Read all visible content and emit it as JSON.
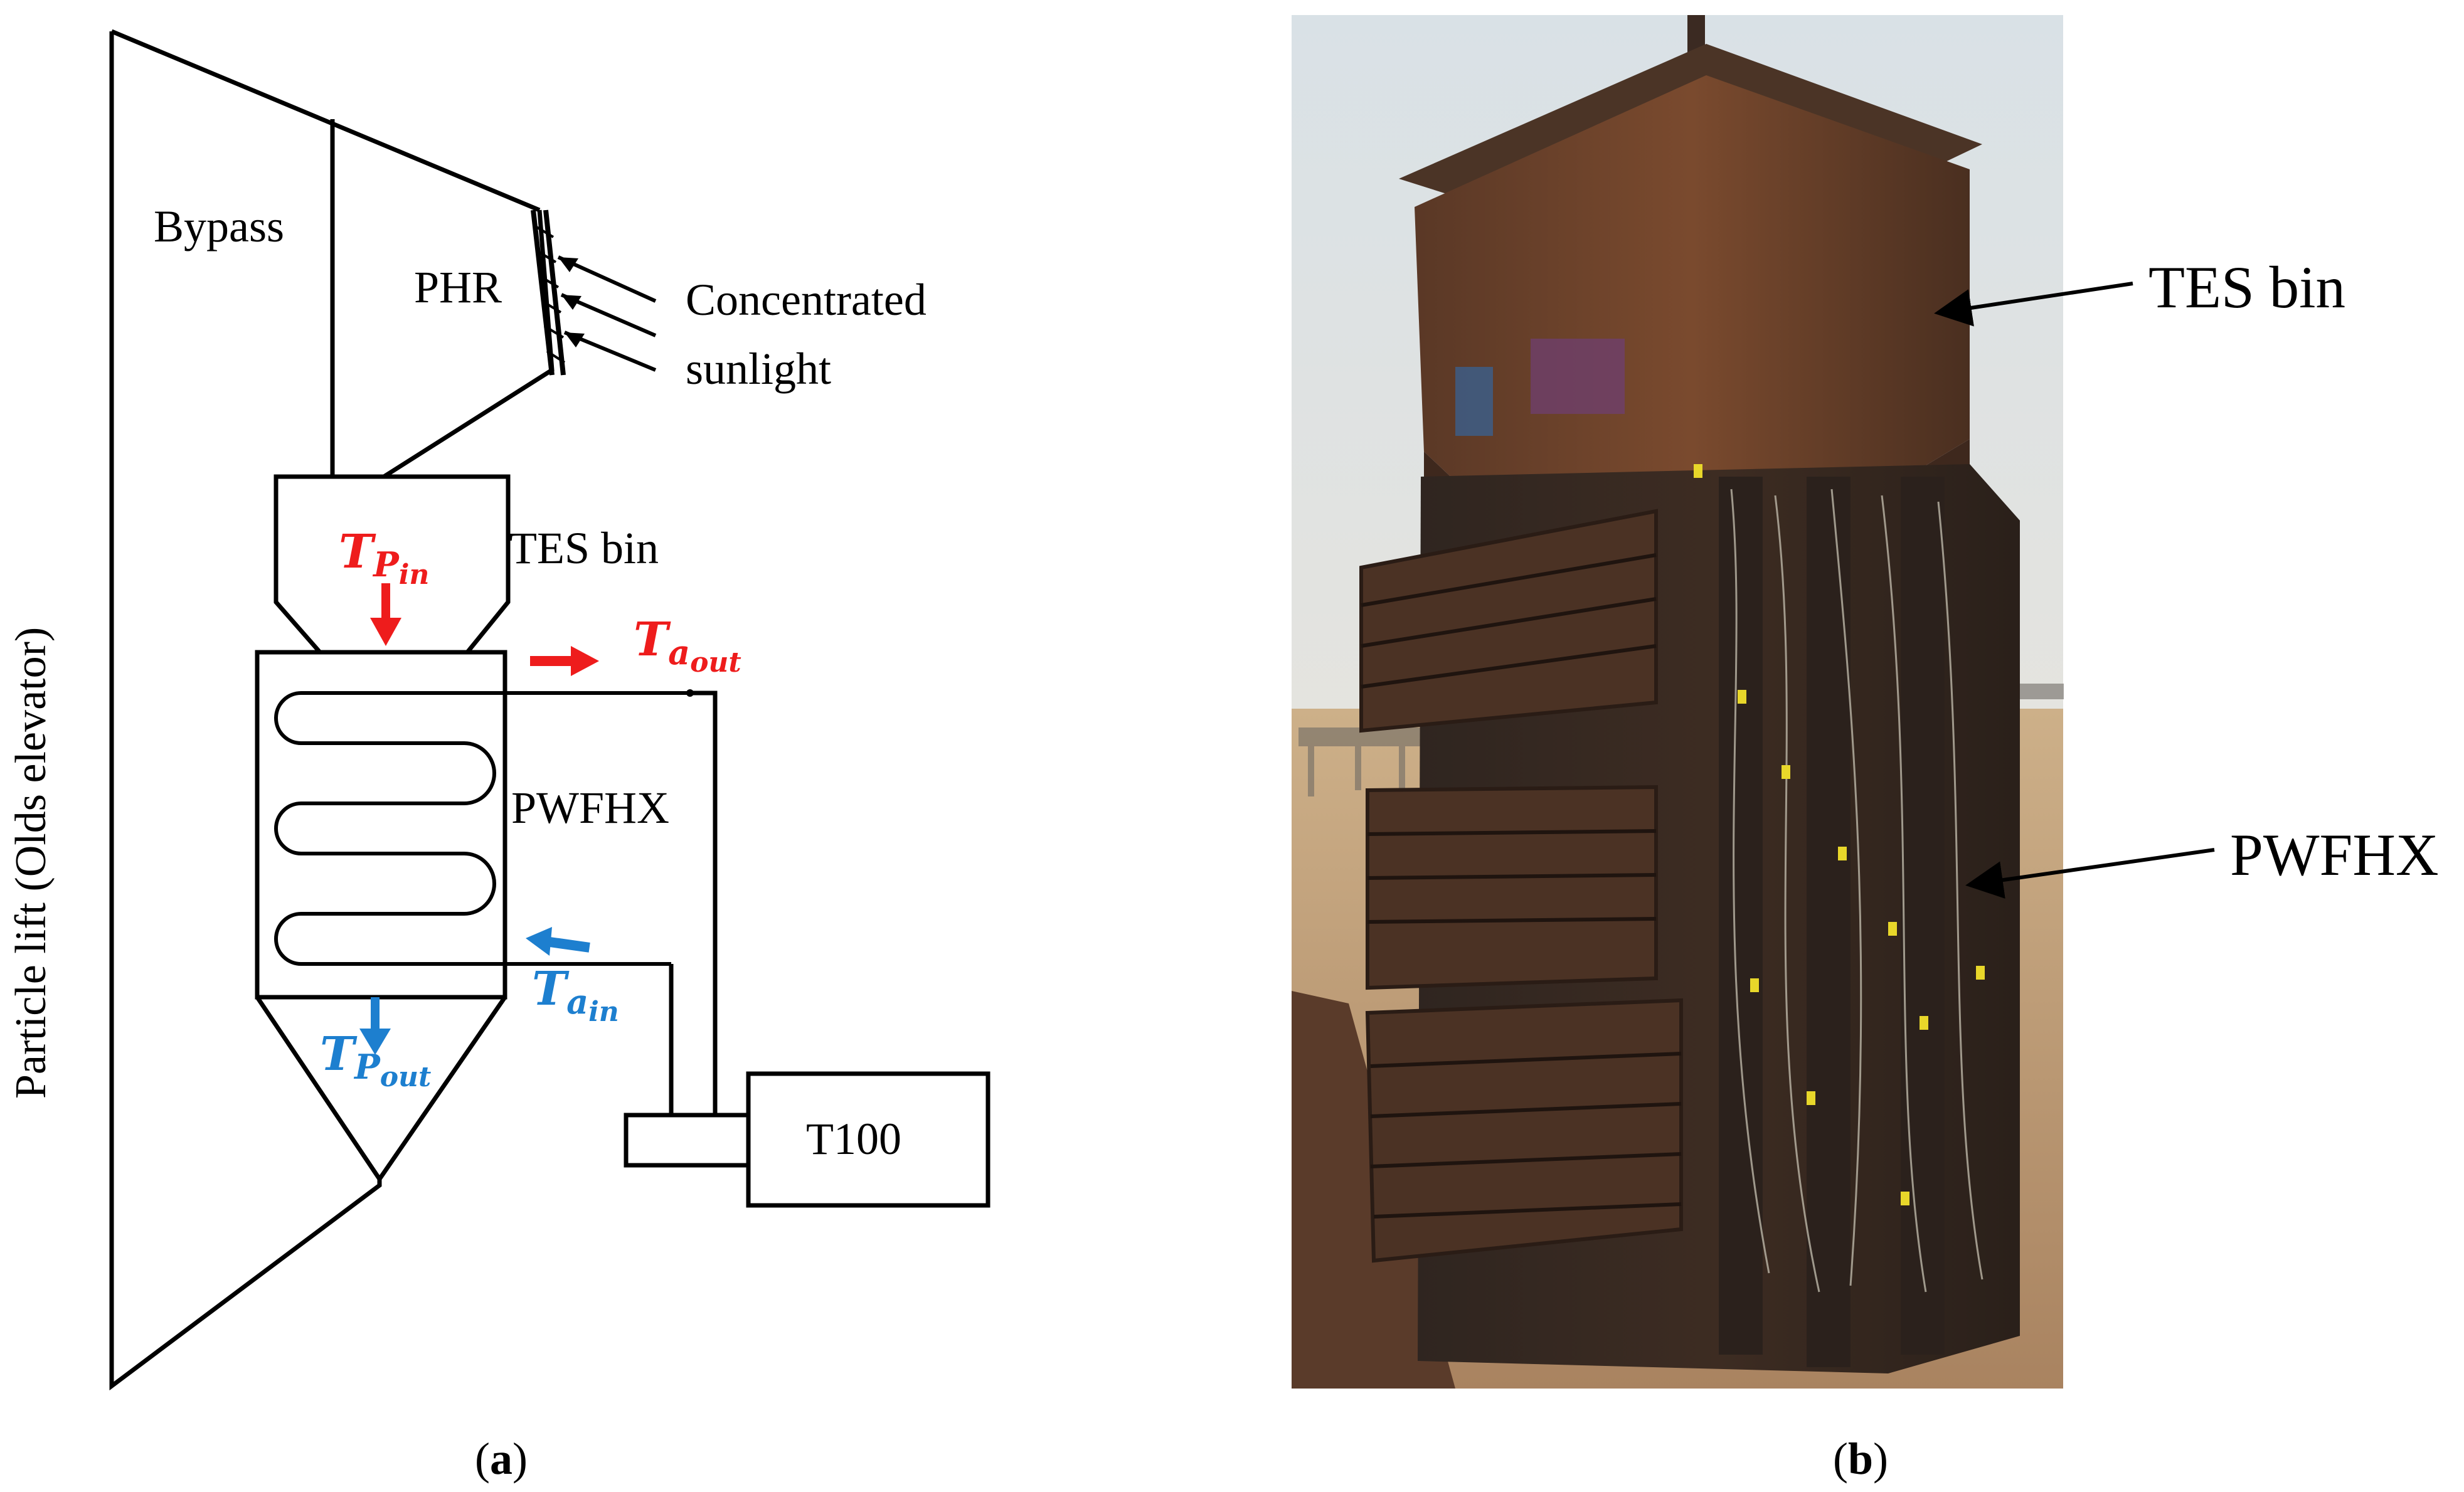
{
  "panel_a": {
    "caption_letter": "a",
    "labels": {
      "particle_lift": "Particle lift (Olds elevator)",
      "bypass": "Bypass",
      "phr": "PHR",
      "sunlight_line1": "Concentrated",
      "sunlight_line2": "sunlight",
      "tes_bin": "TES bin",
      "pwfhx": "PWFHX",
      "t100": "T100"
    },
    "temperatures": {
      "tp_in": {
        "main": "T",
        "sub": "P",
        "subsub": "in"
      },
      "ta_out": {
        "main": "T",
        "sub": "a",
        "subsub": "out"
      },
      "ta_in": {
        "main": "T",
        "sub": "a",
        "subsub": "in"
      },
      "tp_out": {
        "main": "T",
        "sub": "P",
        "subsub": "out"
      }
    },
    "colors": {
      "hot": "#ee1c1c",
      "cold": "#1d7fcf",
      "line": "#000000"
    }
  },
  "panel_b": {
    "caption_letter": "b",
    "labels": {
      "tes_bin": "TES bin",
      "pwfhx": "PWFHX"
    }
  },
  "caption_paren_open": "(",
  "caption_paren_close": ")"
}
